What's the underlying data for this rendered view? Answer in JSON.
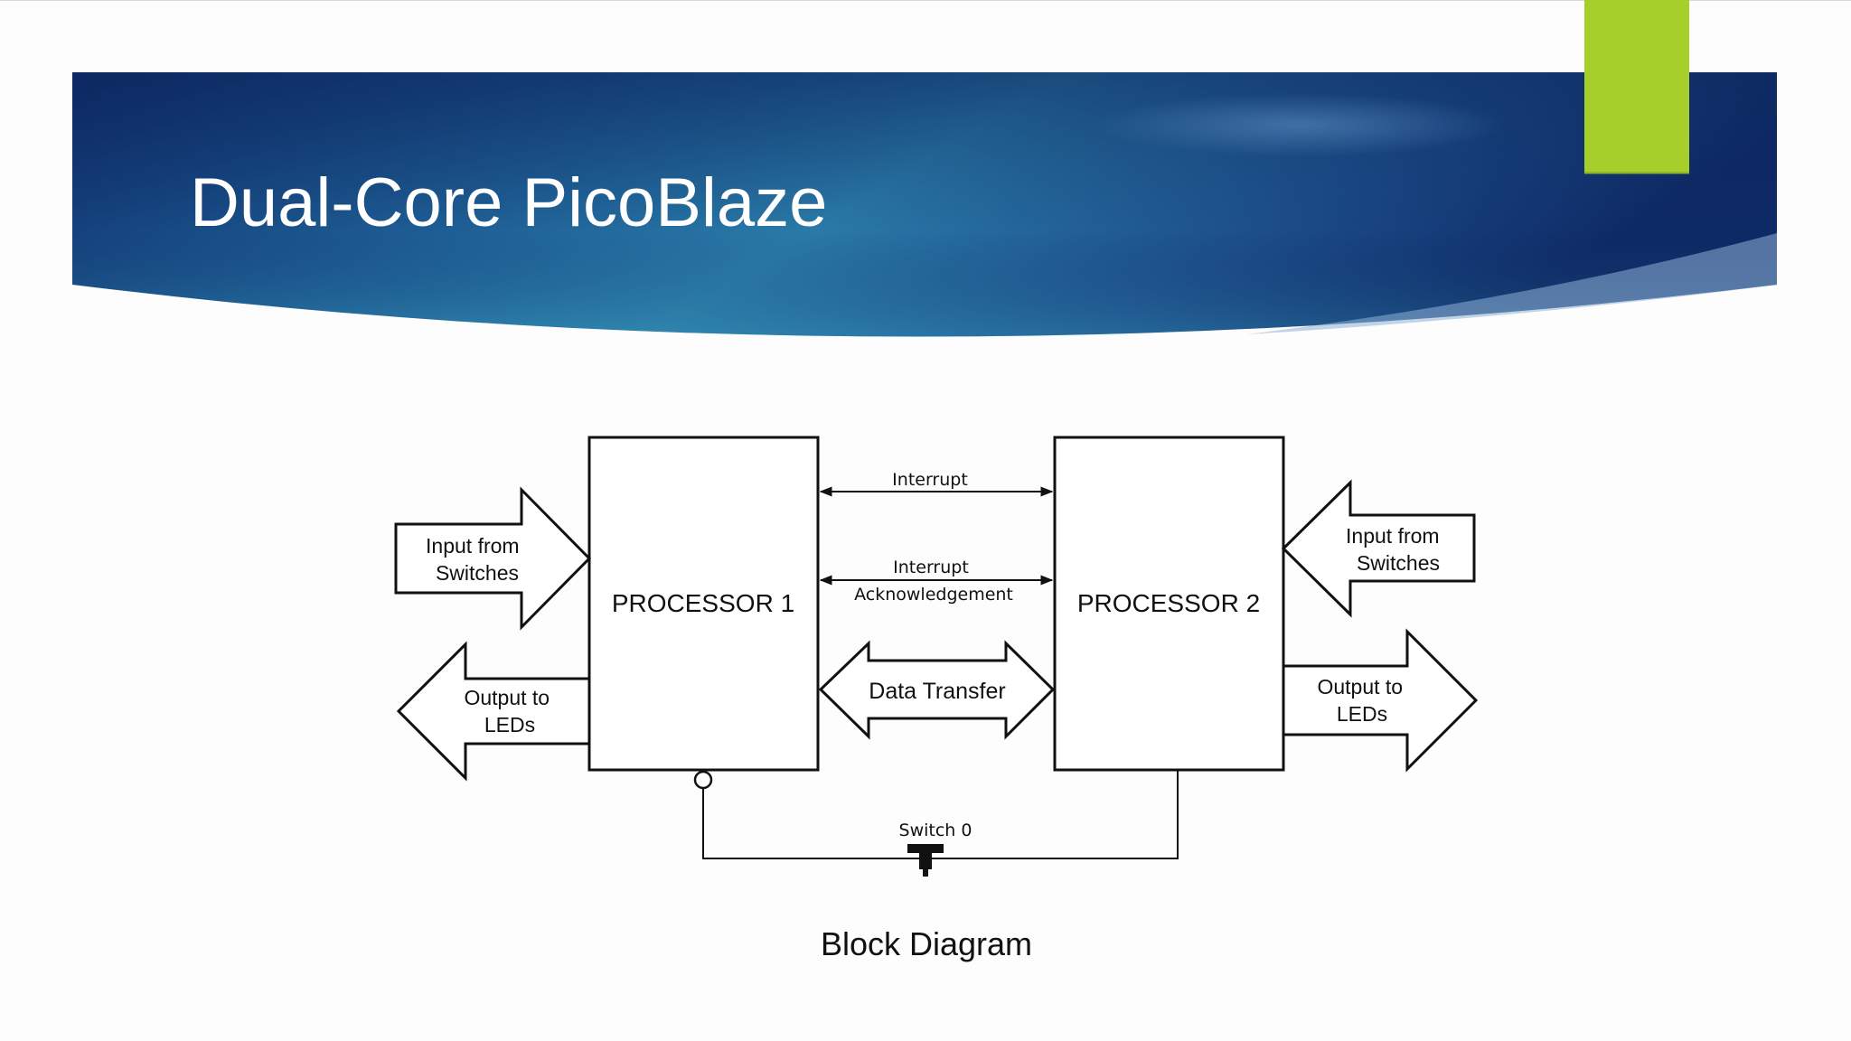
{
  "slide": {
    "title": "Dual-Core PicoBlaze",
    "caption": "Block Diagram"
  },
  "colors": {
    "banner_dark": "#0f2d6a",
    "banner_mid": "#1f5e96",
    "banner_light": "#3a95b8",
    "accent_green": "#a6cf2c",
    "line": "#111111"
  },
  "diagram": {
    "processor1": "PROCESSOR 1",
    "processor2": "PROCESSOR 2",
    "p1_input": [
      "Input from",
      "Switches"
    ],
    "p1_output": [
      "Output to",
      "LEDs"
    ],
    "p2_input": [
      "Input from",
      "Switches"
    ],
    "p2_output": [
      "Output to",
      "LEDs"
    ],
    "interrupt": "Interrupt",
    "interrupt_ack": [
      "Interrupt",
      "Acknowledgement"
    ],
    "data_transfer": "Data Transfer",
    "switch0": "Switch 0"
  }
}
